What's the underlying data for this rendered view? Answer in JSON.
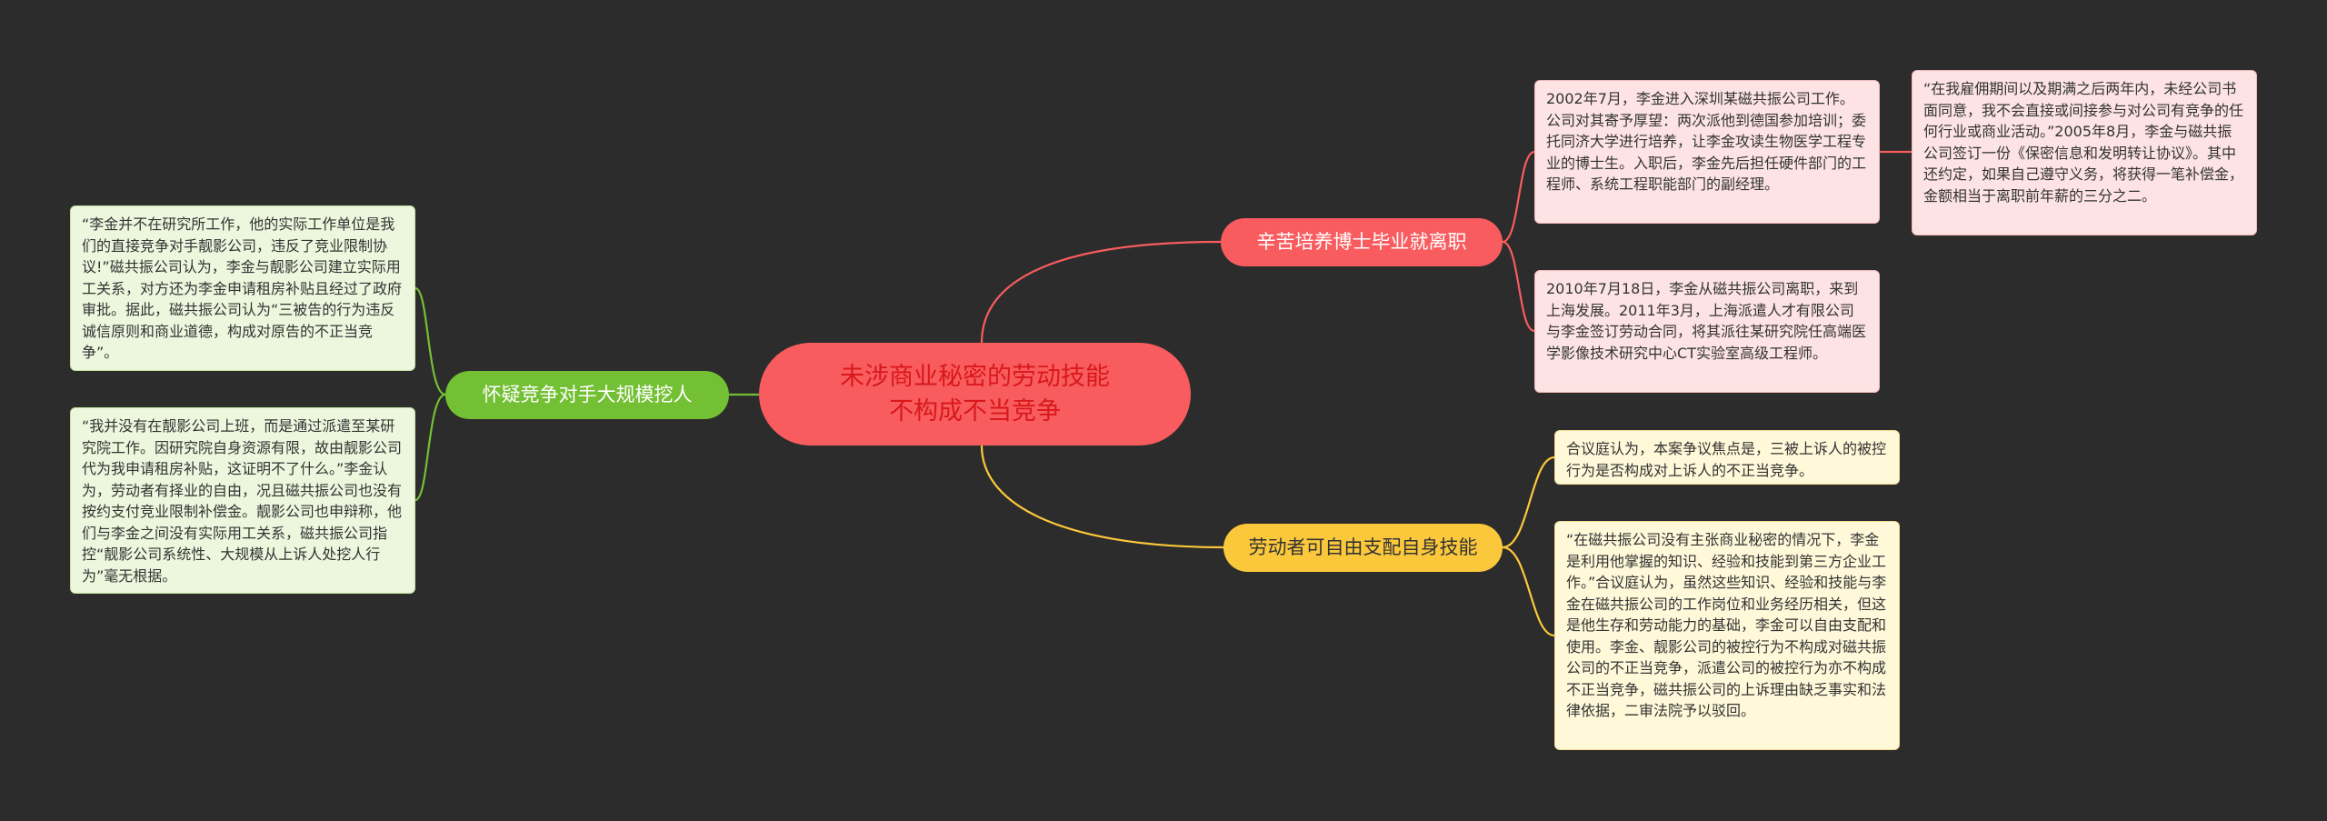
{
  "colors": {
    "background": "#2c2c2c",
    "center": "#f85c5e",
    "branch_red": "#f85c5e",
    "branch_yellow": "#fcc83b",
    "branch_green": "#74c034"
  },
  "center": {
    "line1": "未涉商业秘密的劳动技能",
    "line2": "不构成不当竞争"
  },
  "branches": {
    "red": {
      "label": "辛苦培养博士毕业就离职",
      "leaves": [
        "2002年7月，李金进入深圳某磁共振公司工作。公司对其寄予厚望：两次派他到德国参加培训；委托同济大学进行培养，让李金攻读生物医学工程专业的博士生。入职后，李金先后担任硬件部门的工程师、系统工程职能部门的副经理。",
        "2010年7月18日，李金从磁共振公司离职，来到上海发展。2011年3月，上海派遣人才有限公司与李金签订劳动合同，将其派往某研究院任高端医学影像技术研究中心CT实验室高级工程师。",
        "“在我雇佣期间以及期满之后两年内，未经公司书面同意，我不会直接或间接参与对公司有竞争的任何行业或商业活动。”2005年8月，李金与磁共振公司签订一份《保密信息和发明转让协议》。其中还约定，如果自己遵守义务，将获得一笔补偿金，金额相当于离职前年薪的三分之二。"
      ]
    },
    "yellow": {
      "label": "劳动者可自由支配自身技能",
      "leaves": [
        "合议庭认为，本案争议焦点是，三被上诉人的被控行为是否构成对上诉人的不正当竞争。",
        "“在磁共振公司没有主张商业秘密的情况下，李金是利用他掌握的知识、经验和技能到第三方企业工作。”合议庭认为，虽然这些知识、经验和技能与李金在磁共振公司的工作岗位和业务经历相关，但这是他生存和劳动能力的基础，李金可以自由支配和使用。李金、靓影公司的被控行为不构成对磁共振公司的不正当竞争，派遣公司的被控行为亦不构成不正当竞争，磁共振公司的上诉理由缺乏事实和法律依据，二审法院予以驳回。"
      ]
    },
    "green": {
      "label": "怀疑竞争对手大规模挖人",
      "leaves": [
        "“李金并不在研究所工作，他的实际工作单位是我们的直接竞争对手靓影公司，违反了竞业限制协议!”磁共振公司认为，李金与靓影公司建立实际用工关系，对方还为李金申请租房补贴且经过了政府审批。据此，磁共振公司认为“三被告的行为违反诚信原则和商业道德，构成对原告的不正当竞争”。",
        "“我并没有在靓影公司上班，而是通过派遣至某研究院工作。因研究院自身资源有限，故由靓影公司代为我申请租房补贴，这证明不了什么。”李金认为，劳动者有择业的自由，况且磁共振公司也没有按约支付竞业限制补偿金。靓影公司也申辩称，他们与李金之间没有实际用工关系，磁共振公司指控“靓影公司系统性、大规模从上诉人处挖人行为”毫无根据。"
      ]
    }
  }
}
